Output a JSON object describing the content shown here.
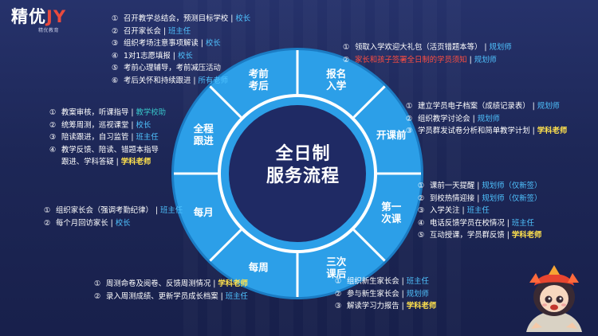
{
  "logo": {
    "brand_main": "精优",
    "brand_accent": "JY",
    "brand_sub": "精优教育"
  },
  "center": {
    "line1": "全日制",
    "line2": "服务流程"
  },
  "segments": [
    {
      "id": "signup",
      "label": "报名入学"
    },
    {
      "id": "start",
      "label": "开课前"
    },
    {
      "id": "first",
      "label": "第一次课"
    },
    {
      "id": "third",
      "label": "三次课后"
    },
    {
      "id": "weekly",
      "label": "每周"
    },
    {
      "id": "monthly",
      "label": "每月"
    },
    {
      "id": "follow",
      "label": "全程跟进"
    },
    {
      "id": "exam",
      "label": "考前考后"
    }
  ],
  "panels": {
    "exam": [
      {
        "num": "①",
        "text": "召开教学总结会，预测目标学校",
        "role": "校长",
        "role_color": "blue"
      },
      {
        "num": "②",
        "text": "召开家长会",
        "role": "班主任",
        "role_color": "blue"
      },
      {
        "num": "③",
        "text": "组织考场注意事项解读",
        "role": "校长",
        "role_color": "blue"
      },
      {
        "num": "④",
        "text": "1对1志愿填报",
        "role": "校长",
        "role_color": "blue"
      },
      {
        "num": "⑤",
        "text": "考前心理辅导，考前减压活动",
        "role": "",
        "role_color": "blue"
      },
      {
        "num": "⑥",
        "text": "考后关怀和持续跟进",
        "role": "所有老师",
        "role_color": "blue"
      }
    ],
    "signup": [
      {
        "num": "①",
        "text": "领取入学欢迎大礼包（活页错题本等）",
        "role": "规划师",
        "role_color": "blue"
      },
      {
        "num": "②",
        "text": "家长和孩子签署全日制的学员须知",
        "role": "规划师",
        "role_color": "blue",
        "text_color": "red"
      }
    ],
    "follow": [
      {
        "num": "①",
        "text": "教案审核，听课指导",
        "role": "教学校助",
        "role_color": "teacher"
      },
      {
        "num": "②",
        "text": "统筹周测，巡视课堂",
        "role": "校长",
        "role_color": "blue"
      },
      {
        "num": "③",
        "text": "陪读跟进，自习监管",
        "role": "班主任",
        "role_color": "blue"
      },
      {
        "num": "④",
        "text": "教学反馈、陪读、错题本指导",
        "cont": "跟进、学科答疑",
        "role": "学科老师",
        "role_color": "yellow"
      }
    ],
    "start": [
      {
        "num": "①",
        "text": "建立学员电子档案（成绩记录表）",
        "role": "规划师",
        "role_color": "blue"
      },
      {
        "num": "②",
        "text": "组织教学讨论会",
        "role": "规划师",
        "role_color": "blue"
      },
      {
        "num": "③",
        "text": "学员群发试卷分析和简单教学计划",
        "role": "学科老师",
        "role_color": "yellow"
      }
    ],
    "first": [
      {
        "num": "①",
        "text": "课前一天提醒",
        "role": "规划师（仅新签）",
        "role_color": "blue"
      },
      {
        "num": "②",
        "text": "到校热情迎接",
        "role": "规划师（仅新签）",
        "role_color": "blue"
      },
      {
        "num": "③",
        "text": "入学关注",
        "role": "班主任",
        "role_color": "blue"
      },
      {
        "num": "④",
        "text": "电话反馈学员在校情况",
        "role": "班主任",
        "role_color": "blue"
      },
      {
        "num": "⑤",
        "text": "互动授课，学员群反馈",
        "role": "学科老师",
        "role_color": "yellow"
      }
    ],
    "monthly": [
      {
        "num": "①",
        "text": "组织家长会（强调考勤纪律）",
        "role": "班主任",
        "role_color": "blue"
      },
      {
        "num": "②",
        "text": "每个月回访家长",
        "role": "校长",
        "role_color": "blue"
      }
    ],
    "weekly": [
      {
        "num": "①",
        "text": "周测命卷及阅卷、反馈周测情况",
        "role": "学科老师",
        "role_color": "yellow"
      },
      {
        "num": "②",
        "text": "录入周测成绩、更新学员成长档案",
        "role": "班主任",
        "role_color": "blue"
      }
    ],
    "third": [
      {
        "num": "①",
        "text": "组织新生家长会",
        "role": "班主任",
        "role_color": "blue"
      },
      {
        "num": "②",
        "text": "参与新生家长会",
        "role": "规划师",
        "role_color": "blue"
      },
      {
        "num": "③",
        "text": "解读学习力报告",
        "role": "学科老师",
        "role_color": "yellow"
      }
    ]
  },
  "colors": {
    "ring": "#2c9fe8",
    "ring_dark": "#1b7cc4",
    "inner": "#1f2a64",
    "divider": "#ffffff",
    "role_blue": "#4fc3ff",
    "role_yellow": "#ffe14d",
    "role_teacher": "#37c5c9",
    "red": "#ff4d40"
  }
}
